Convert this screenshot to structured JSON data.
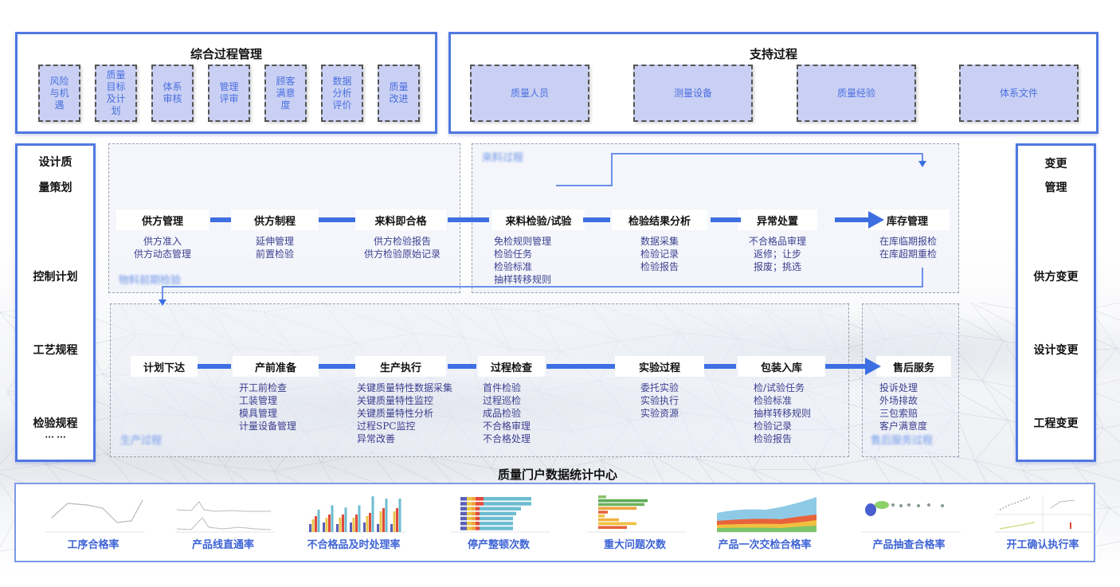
{
  "colors": {
    "accent_blue": "#4f78e0",
    "connector_blue": "#3d6fe3",
    "card_fill": "#c9d0f3",
    "card_text": "#4a6fe0",
    "desc_text": "#3c3f8f",
    "stat_label": "#3e64d6"
  },
  "integrated_process": {
    "title": "综合过程管理",
    "items": [
      "风险\n与机\n遇",
      "质量\n目标\n及计\n划",
      "体系\n审核",
      "管理\n评审",
      "顾客\n满意\n度",
      "数据\n分析\n评价",
      "质量\n改进"
    ]
  },
  "support_process": {
    "title": "支持过程",
    "items": [
      "质量人员",
      "测量设备",
      "质量经验",
      "体系文件"
    ]
  },
  "left_column": {
    "title_line1": "设计质",
    "title_line2": "量策划",
    "items": [
      "控制计划",
      "工艺规程",
      "检验规程"
    ],
    "ellipsis": "··· ···"
  },
  "right_column": {
    "title_line1": "变更",
    "title_line2": "管理",
    "items": [
      "供方变更",
      "设计变更",
      "工程变更"
    ]
  },
  "areas": {
    "material_pre": "物料前期检验",
    "incoming": "来料过程",
    "production": "生产过程",
    "after_sales": "售后服务过程"
  },
  "row1_steps": [
    {
      "label": "供方管理",
      "desc": [
        "供方准入",
        "供方动态管理"
      ]
    },
    {
      "label": "供方制程",
      "desc": [
        "延伸管理",
        "前置检验"
      ]
    },
    {
      "label": "来料即合格",
      "desc": [
        "供方检验报告",
        "供方检验原始记录"
      ]
    },
    {
      "label": "来料检验/试验",
      "desc": [
        "免检规则管理",
        "检验任务",
        "检验标准",
        "抽样转移规则"
      ]
    },
    {
      "label": "检验结果分析",
      "desc": [
        "数据采集",
        "检验记录",
        "检验报告"
      ]
    },
    {
      "label": "异常处置",
      "desc": [
        "不合格品审理",
        "返修；让步",
        "报废；挑选"
      ]
    },
    {
      "label": "库存管理",
      "desc": [
        "在库临期报检",
        "在库超期重检"
      ]
    }
  ],
  "row2_steps": [
    {
      "label": "计划下达",
      "desc": []
    },
    {
      "label": "产前准备",
      "desc": [
        "开工前检查",
        "工装管理",
        "模具管理",
        "计量设备管理"
      ]
    },
    {
      "label": "生产执行",
      "desc": [
        "关键质量特性数据采集",
        "关键质量特性监控",
        "关键质量特性分析",
        "过程SPC监控",
        "异常改善"
      ]
    },
    {
      "label": "过程检查",
      "desc": [
        "首件检验",
        "过程巡检",
        "成品检验",
        "不合格审理",
        "不合格处理"
      ]
    },
    {
      "label": "实验过程",
      "desc": [
        "委托实验",
        "实验执行",
        "实验资源"
      ]
    },
    {
      "label": "包装入库",
      "desc": [
        "检/试验任务",
        "检验标准",
        "抽样转移规则",
        "检验记录",
        "检验报告"
      ]
    },
    {
      "label": "售后服务",
      "desc": [
        "投诉处理",
        "外场排故",
        "三包索赔",
        "客户满意度"
      ]
    }
  ],
  "statistics": {
    "title": "质量门户数据统计中心",
    "items": [
      {
        "label": "工序合格率",
        "thumb": "line-chart-thumbnail"
      },
      {
        "label": "产品线直通率",
        "thumb": "dual-line-chart-thumbnail"
      },
      {
        "label": "不合格品及时处理率",
        "thumb": "grouped-bar-chart-thumbnail"
      },
      {
        "label": "停产整顿次数",
        "thumb": "stacked-horizontal-bar-thumbnail"
      },
      {
        "label": "重大问题次数",
        "thumb": "horizontal-bar-chart-thumbnail"
      },
      {
        "label": "产品一次交检合格率",
        "thumb": "stacked-area-chart-thumbnail"
      },
      {
        "label": "产品抽查合格率",
        "thumb": "bubble-chart-thumbnail"
      },
      {
        "label": "开工确认执行率",
        "thumb": "multi-panel-scatter-thumbnail"
      }
    ]
  }
}
